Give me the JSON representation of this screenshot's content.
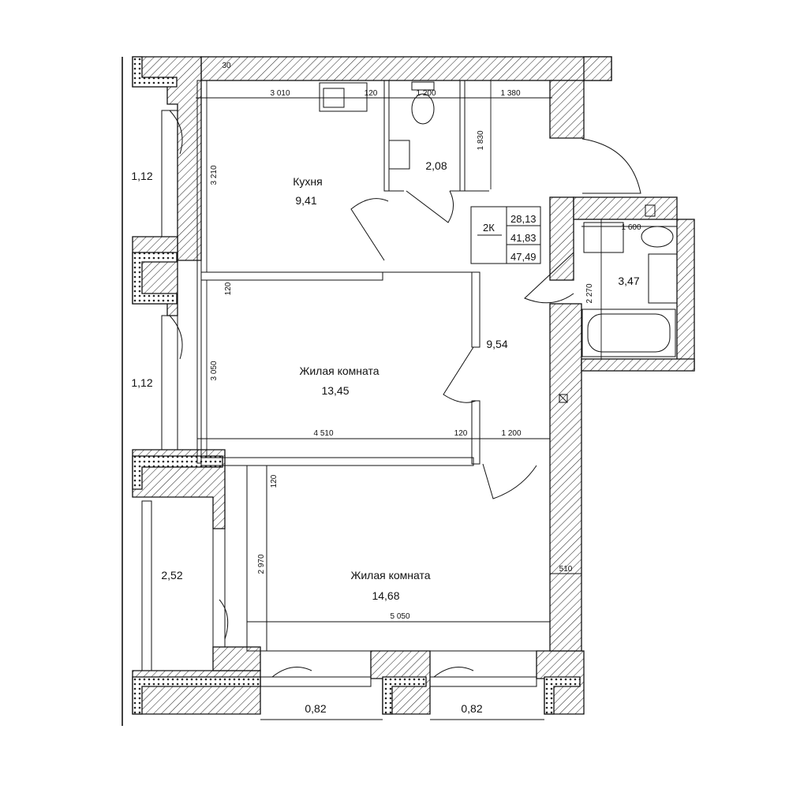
{
  "plan": {
    "rooms": {
      "kitchen": {
        "name": "Кухня",
        "area": "9,41"
      },
      "living1": {
        "name": "Жилая комната",
        "area": "13,45"
      },
      "living2": {
        "name": "Жилая комната",
        "area": "14,68"
      },
      "wc": {
        "area": "2,08"
      },
      "hall": {
        "area": "9,54"
      },
      "bath": {
        "area": "3,47"
      }
    },
    "balconies": {
      "b1": "1,12",
      "b2": "1,12",
      "b3": "2,52",
      "b4": "0,82",
      "b5": "0,82"
    },
    "dimensions": {
      "d3010": "3 010",
      "d120a": "120",
      "d1200a": "1 200",
      "d1380": "1 380",
      "d1830": "1 830",
      "d3210": "3 210",
      "d120b": "120",
      "d3050": "3 050",
      "d4510": "4 510",
      "d120c": "120",
      "d1200b": "1 200",
      "d120d": "120",
      "d2970": "2 970",
      "d5050": "5 050",
      "d510": "510",
      "d1600": "1 600",
      "d2270": "2 270",
      "d30": "30"
    },
    "summary": {
      "type": "2К",
      "living_area": "28,13",
      "total_area": "41,83",
      "total_area_balconies": "47,49"
    }
  }
}
